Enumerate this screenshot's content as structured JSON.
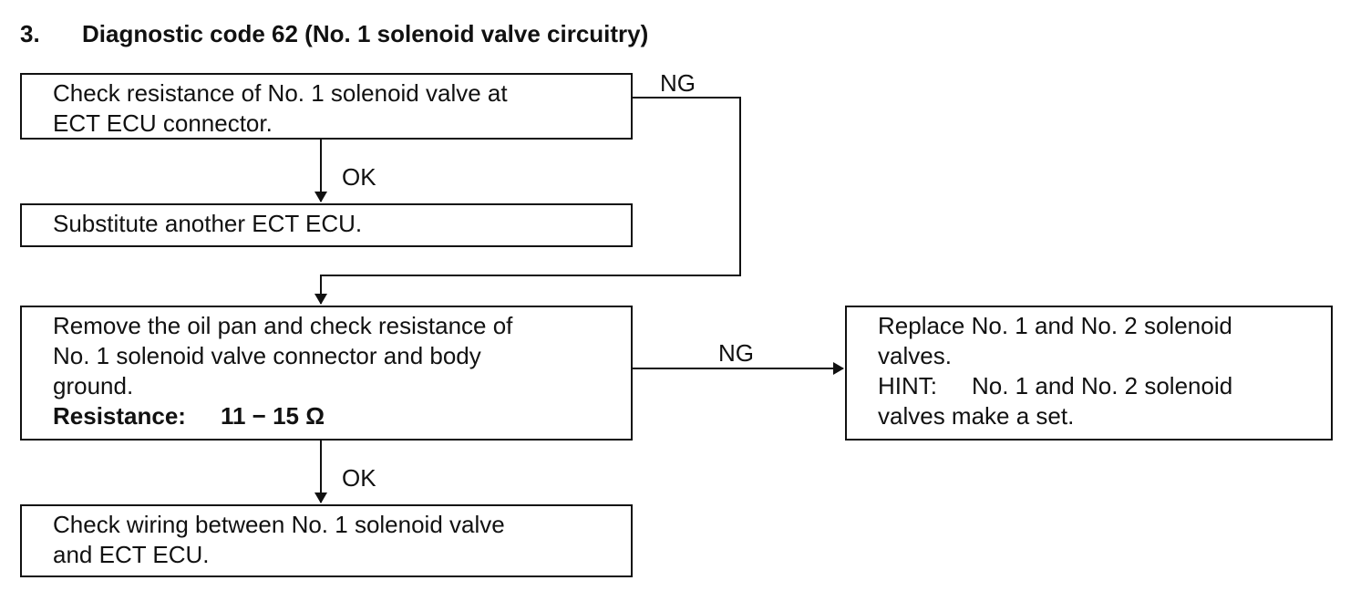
{
  "heading": {
    "number": "3.",
    "title": "Diagnostic code 62 (No. 1 solenoid valve circuitry)"
  },
  "steps": {
    "check_ecu_resistance": {
      "line1": "Check resistance of No. 1 solenoid valve at",
      "line2": "ECT ECU connector."
    },
    "substitute_ecu": {
      "line1": "Substitute another ECT ECU."
    },
    "remove_oil_pan": {
      "line1": "Remove the oil pan and check resistance of",
      "line2": "No. 1 solenoid valve connector and body",
      "line3": "ground.",
      "spec_label": "Resistance:",
      "spec_value": "11 − 15 Ω"
    },
    "replace_valves": {
      "line1": "Replace No. 1 and No. 2 solenoid",
      "line2": "valves.",
      "hint_label": "HINT:",
      "hint_text": "No. 1 and No. 2 solenoid",
      "line4": "valves make a set."
    },
    "check_wiring": {
      "line1": "Check wiring between No. 1 solenoid valve",
      "line2": "and ECT ECU."
    }
  },
  "labels": {
    "ok_1": "OK",
    "ng_1": "NG",
    "ng_2": "NG",
    "ok_2": "OK"
  }
}
